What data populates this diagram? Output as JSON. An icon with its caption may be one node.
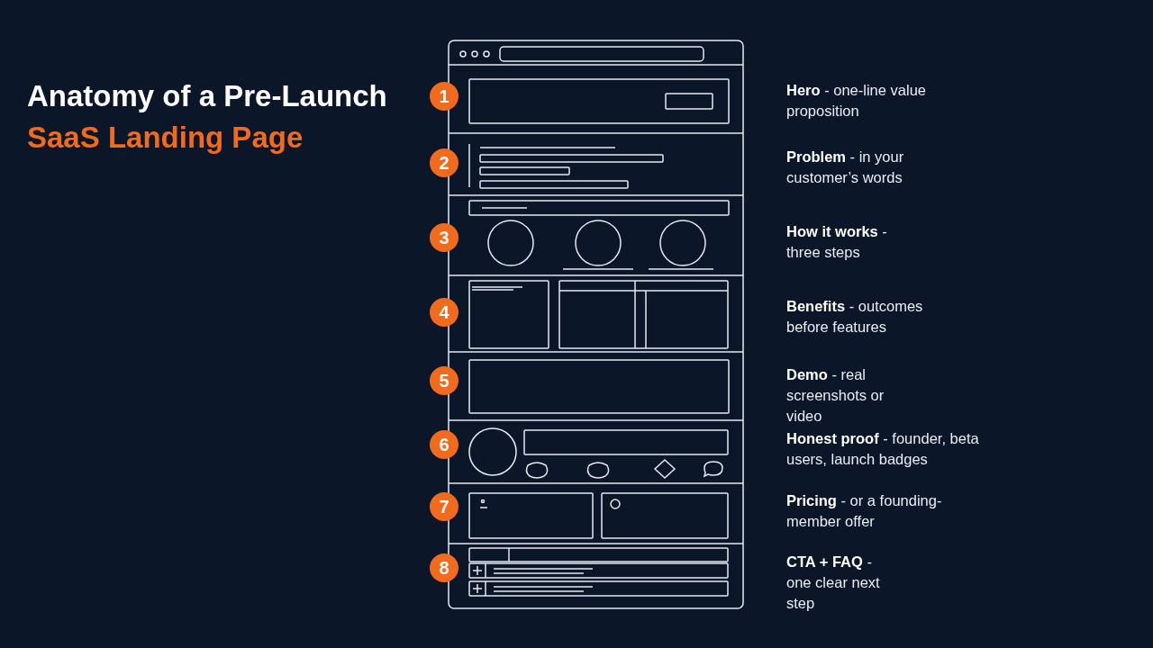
{
  "diagram": {
    "title": "Anatomy of a Pre-Launch",
    "nodes": [
      {
        "text": [
          "1"
        ]
      },
      {
        "text": [
          "2"
        ]
      },
      {
        "text": [
          "3"
        ]
      },
      {
        "text": [
          "4"
        ]
      },
      {
        "text": [
          "5"
        ]
      },
      {
        "text": [
          "6"
        ]
      },
      {
        "text": [
          "7"
        ]
      },
      {
        "text": [
          "8"
        ]
      }
    ],
    "labels": [
      "SaaS Landing Page",
      "**Hero** - one-line value proposition",
      "**Problem** - in your customer’s words",
      "**How it works** - three steps",
      "**Benefits** - outcomes before features",
      "**Demo** - real screenshots or video",
      "**Honest proof** - founder, beta users, launch badges",
      "**Pricing** - or a founding-member offer",
      "**CTA + FAQ** - one clear next step"
    ]
  }
}
